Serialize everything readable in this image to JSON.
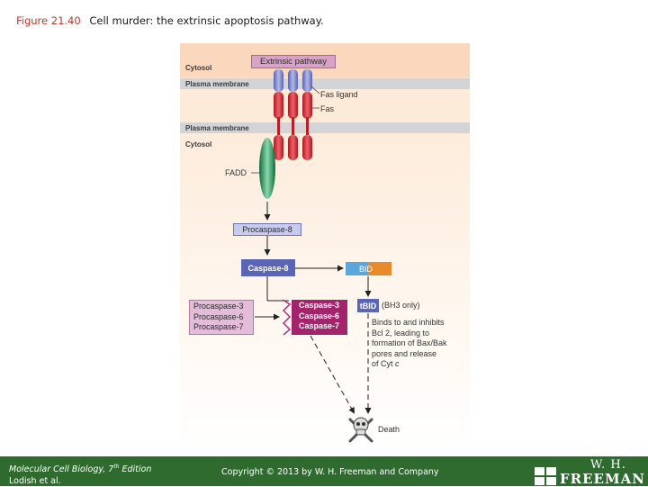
{
  "figure": {
    "number": "Figure 21.40",
    "caption": "Cell murder: the extrinsic apoptosis pathway."
  },
  "diagram": {
    "top_cytosol_label": "Cytosol",
    "top_membrane_label": "Plasma membrane",
    "bottom_membrane_label": "Plasma membrane",
    "bottom_cytosol_label": "Cytosol",
    "pathway_label": "Extrinsic pathway",
    "fas_ligand_label": "Fas ligand",
    "fas_label": "Fas",
    "fadd_label": "FADD",
    "procaspase8_label": "Procaspase-8",
    "caspase8_label": "Caspase-8",
    "bid_label": "BID",
    "tbid_label": "tBID",
    "bh3_label": "(BH3 only)",
    "procaspases": [
      "Procaspase-3",
      "Procaspase-6",
      "Procaspase-7"
    ],
    "caspases": [
      "Caspase-3",
      "Caspase-6",
      "Caspase-7"
    ],
    "binds_text": [
      "Binds to and inhibits",
      "Bcl 2, leading to",
      "formation of Bax/Bak",
      "pores and release",
      "of Cyt "
    ],
    "cyt_c": "c",
    "death_label": "Death"
  },
  "colors": {
    "pathway_box": "#d8a3c6",
    "ligand_blue": "#7d86c8",
    "fas_red": "#d0282e",
    "fadd_green": "#1f9a5e",
    "caspase8_blue": "#5b65b5",
    "caspase_magenta": "#a3246a",
    "procaspase_pink": "#e2bcd8",
    "footer_green": "#2f6b2f"
  },
  "footer": {
    "book_title": "Molecular Cell Biology, 7",
    "edition_sup": "th",
    "edition_rest": " Edition",
    "authors": "Lodish et al.",
    "copyright": "Copyright © 2013 by W. H. Freeman and Company",
    "publisher_line1": "W. H.",
    "publisher_line2": "FREEMAN"
  }
}
